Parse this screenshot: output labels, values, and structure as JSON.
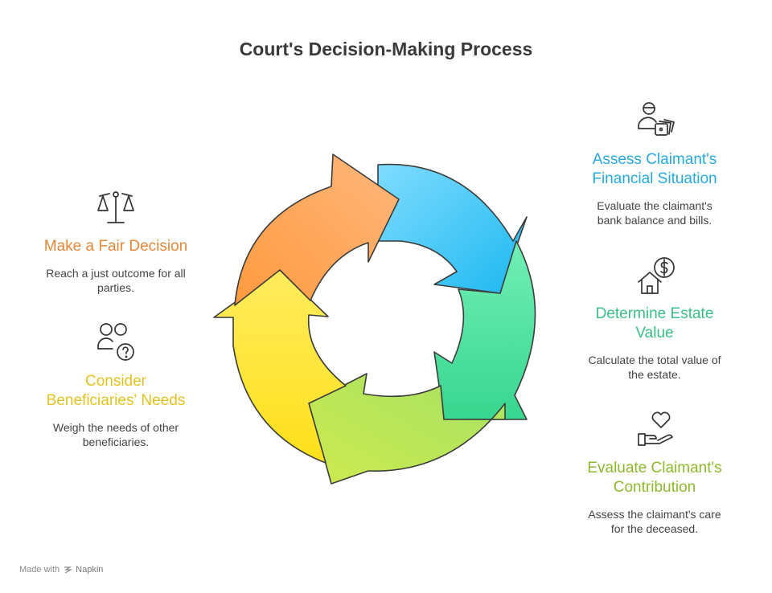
{
  "title": "Court's Decision-Making Process",
  "steps": [
    {
      "heading_line1": "Assess Claimant's",
      "heading_line2": "Financial Situation",
      "desc_line1": "Evaluate the claimant's",
      "desc_line2": "bank balance and bills.",
      "color": "#29a9dc",
      "icon": "person-with-money-icon"
    },
    {
      "heading_line1": "Determine Estate",
      "heading_line2": "Value",
      "desc_line1": "Calculate the total value of",
      "desc_line2": "the estate.",
      "color": "#3bbf87",
      "icon": "house-dollar-icon"
    },
    {
      "heading_line1": "Evaluate Claimant's",
      "heading_line2": "Contribution",
      "desc_line1": "Assess the claimant's care",
      "desc_line2": "for the deceased.",
      "color": "#8db92e",
      "icon": "heart-in-hand-icon"
    },
    {
      "heading_line1": "Consider",
      "heading_line2": "Beneficiaries' Needs",
      "desc_line1": "Weigh the needs of other",
      "desc_line2": "beneficiaries.",
      "color": "#e3c322",
      "icon": "people-question-icon"
    },
    {
      "heading_line1": "Make a Fair Decision",
      "heading_line2": "",
      "desc_line1": "Reach a just outcome for all",
      "desc_line2": "parties.",
      "color": "#e8873a",
      "icon": "scales-icon"
    }
  ],
  "footer": {
    "made_with": "Made with",
    "brand": "Napkin"
  }
}
